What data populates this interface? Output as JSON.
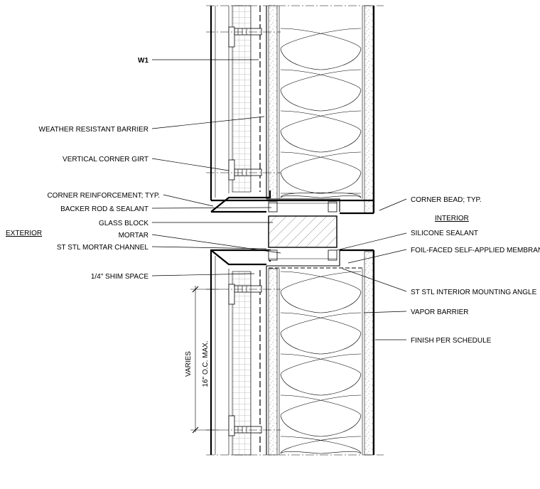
{
  "labels": {
    "w1": "W1",
    "weather_barrier": "WEATHER RESISTANT BARRIER",
    "vertical_girt": "VERTICAL CORNER GIRT",
    "corner_reinforcement": "CORNER REINFORCEMENT; TYP.",
    "backer_rod": "BACKER ROD & SEALANT",
    "glass_block": "GLASS BLOCK",
    "mortar": "MORTAR",
    "mortar_channel": "ST STL MORTAR CHANNEL",
    "shim_space": "1/4\" SHIM SPACE",
    "exterior": "EXTERIOR",
    "interior": "INTERIOR",
    "corner_bead": "CORNER BEAD; TYP.",
    "silicone_sealant": "SILICONE SEALANT",
    "foil_membrane": "FOIL-FACED SELF-APPLIED MEMBRANE",
    "mounting_angle": "ST STL INTERIOR MOUNTING ANGLE",
    "vapor_barrier": "VAPOR BARRIER",
    "finish": "FINISH PER SCHEDULE",
    "dim_varies": "VARIES",
    "dim_spacing": "16\" O.C. MAX."
  }
}
